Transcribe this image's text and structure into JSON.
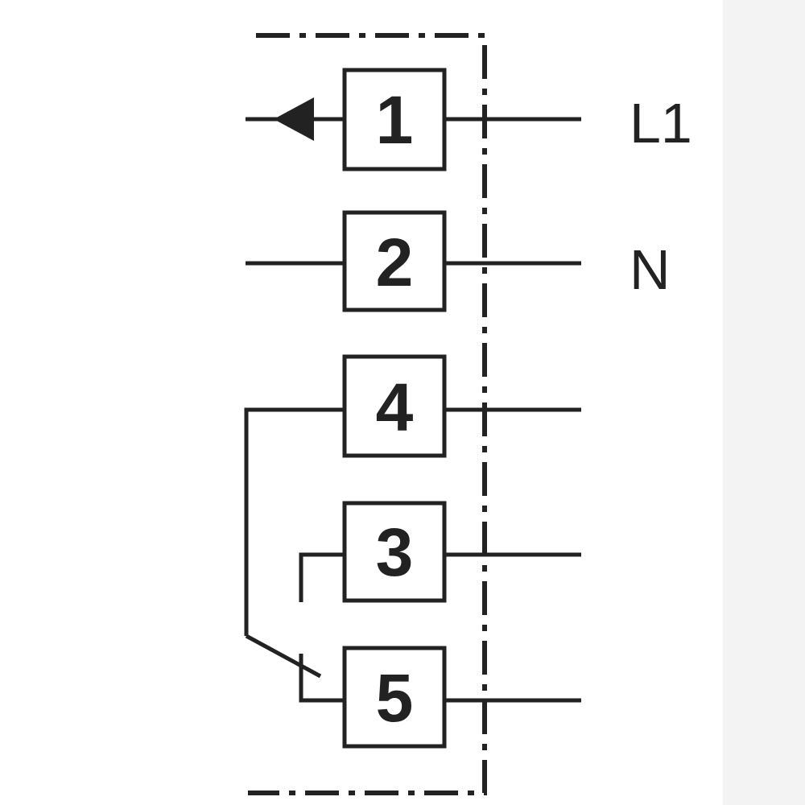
{
  "terminals": [
    {
      "number": "1"
    },
    {
      "number": "2"
    },
    {
      "number": "4"
    },
    {
      "number": "3"
    },
    {
      "number": "5"
    }
  ],
  "line_labels": {
    "l1": "L1",
    "n": "N"
  },
  "colors": {
    "stroke": "#222222",
    "background": "#ffffff"
  }
}
